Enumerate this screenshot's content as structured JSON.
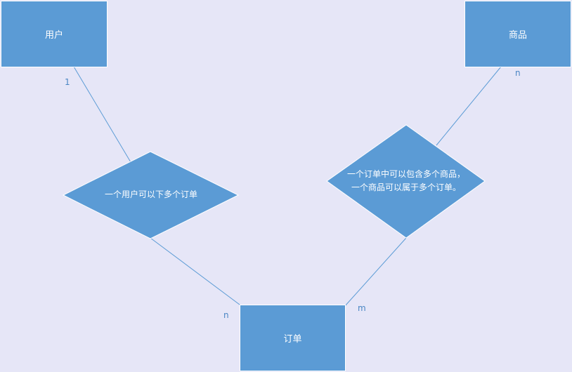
{
  "diagram": {
    "entities": {
      "user": "用户",
      "product": "商品",
      "order": "订单"
    },
    "relationships": {
      "user_order": "一个用户可以下多个订单",
      "order_product_line1": "一个订单中可以包含多个商品，",
      "order_product_line2": "一个商品可以属于多个订单。"
    },
    "cardinalities": {
      "user_side": "1",
      "product_side": "n",
      "order_side_user": "n",
      "order_side_product": "m"
    }
  },
  "colors": {
    "background": "#e6e6f7",
    "shape_fill": "#5b9bd5",
    "line": "#5b9bd5",
    "label": "#4a86c4"
  }
}
